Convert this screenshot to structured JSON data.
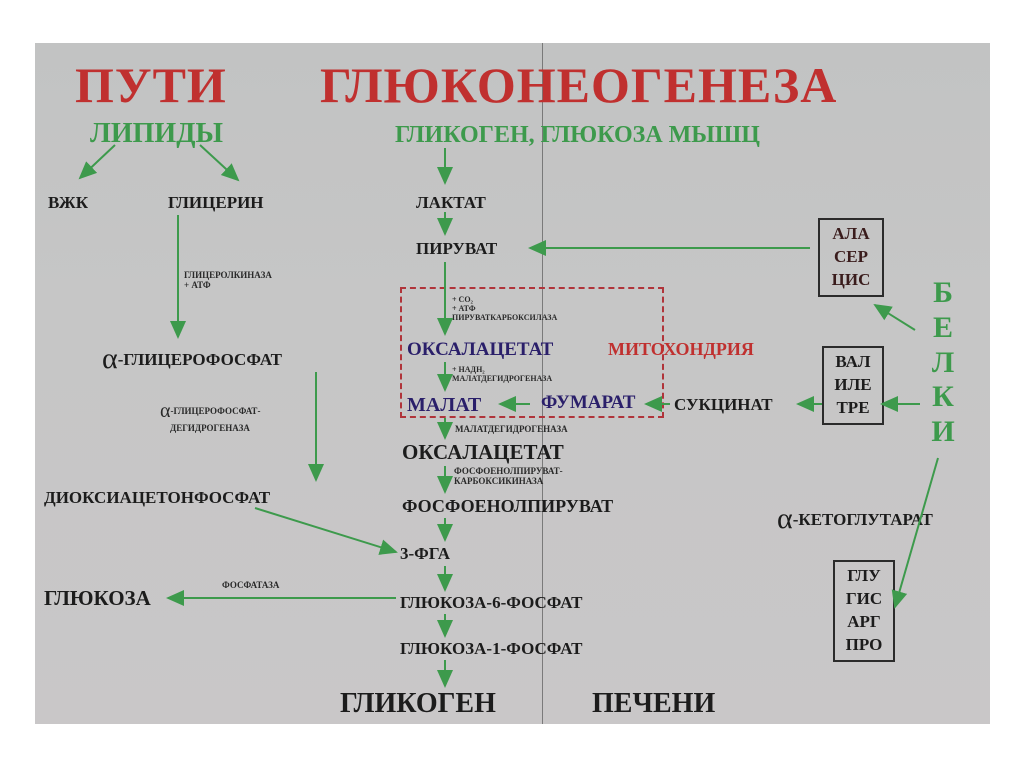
{
  "title": {
    "part1": "ПУТИ",
    "part2": "ГЛЮКОНЕОГЕНЕЗА"
  },
  "sources": {
    "lipids": "ЛИПИДЫ",
    "glycogen_muscle": "ГЛИКОГЕН, ГЛЮКОЗА МЫШЦ",
    "proteins_letters": [
      "Б",
      "Е",
      "Л",
      "К",
      "И"
    ]
  },
  "left_branch": {
    "vzhk": "ВЖК",
    "glycerol": "ГЛИЦЕРИН",
    "enzyme_glycerolkinase": [
      "ГЛИЦЕРОЛКИНАЗА",
      "+ АТФ"
    ],
    "alpha": "α",
    "alpha_glycerophosphate": "-ГЛИЦЕРОФОСФАТ",
    "enzyme_gpdh": [
      "-ГЛИЦЕРОФОСФАТ-",
      "ДЕГИДРОГЕНАЗА"
    ],
    "dhap": "ДИОКСИАЦЕТОНФОСФАТ",
    "glucose": "ГЛЮКОЗА",
    "enzyme_phosphatase": "ФОСФАТАЗА"
  },
  "main_chain": {
    "lactate": "ЛАКТАТ",
    "pyruvate": "ПИРУВАТ",
    "pc_cofactors": [
      "+ CO₂",
      "+ АТФ",
      "ПИРУВАТКАРБОКСИЛАЗА"
    ],
    "oxaloacetate_mito": "ОКСАЛАЦЕТАТ",
    "mitochondria": "МИТОХОНДРИЯ",
    "mdh_cofactors": [
      "+ НАДН₂",
      "МАЛАТДЕГИДРОГЕНАЗА"
    ],
    "malate": "МАЛАТ",
    "fumarate": "ФУМАРАТ",
    "succinate": "СУКЦИНАТ",
    "enzyme_mdh_cyto": "МАЛАТДЕГИДРОГЕНАЗА",
    "oxaloacetate_cyto": "ОКСАЛАЦЕТАТ",
    "enzyme_pepck": [
      "ФОСФОЕНОЛПИРУВАТ-",
      "КАРБОКСИКИНАЗА"
    ],
    "pep": "ФОСФОЕНОЛПИРУВАТ",
    "pga": "3-ФГА",
    "g6p": "ГЛЮКОЗА-6-ФОСФАТ",
    "g1p": "ГЛЮКОЗА-1-ФОСФАТ",
    "glycogen": "ГЛИКОГЕН",
    "liver": "ПЕЧЕНИ"
  },
  "amino_boxes": {
    "box1": [
      "АЛА",
      "СЕР",
      "ЦИС"
    ],
    "box2": [
      "ВАЛ",
      "ИЛЕ",
      "ТРЕ"
    ],
    "alpha_ketoglutarate": "-КЕТОГЛУТАРАТ",
    "box3": [
      "ГЛУ",
      "ГИС",
      "АРГ",
      "ПРО"
    ]
  },
  "colors": {
    "title_red": "#c0302f",
    "arrow_green": "#3d9a4c",
    "mito_purple": "#2a1f6a",
    "background": "#c4c4c4"
  }
}
